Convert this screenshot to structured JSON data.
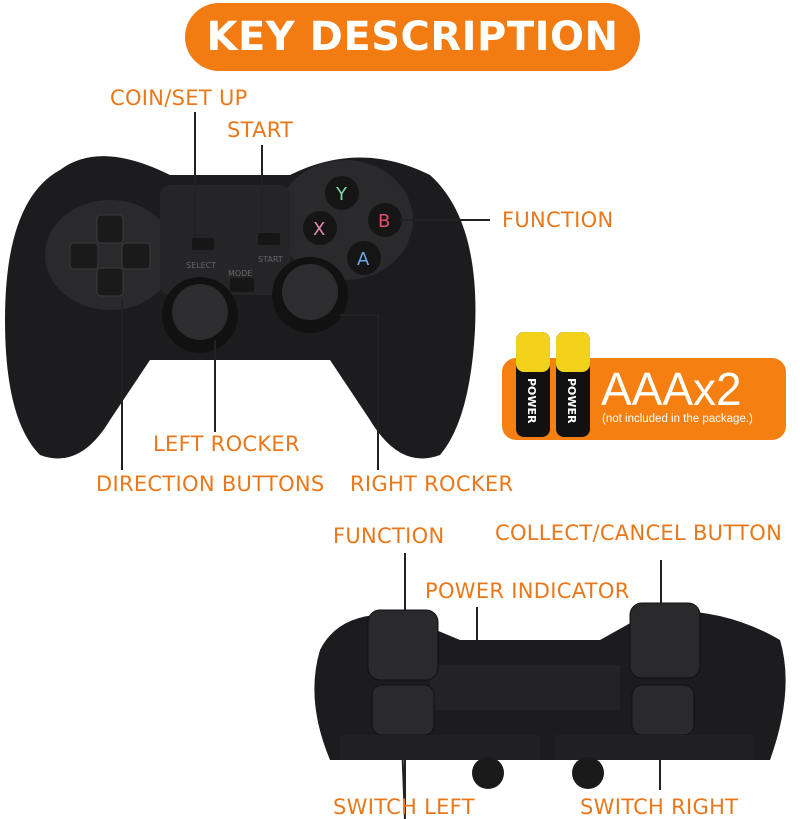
{
  "title": "KEY DESCRIPTION",
  "accent_color": "#F27B12",
  "label_color": "#E8781A",
  "top_controller": {
    "labels": {
      "coin_setup": "COIN/SET  UP",
      "start": "START",
      "function": "FUNCTION",
      "left_rocker": "LEFT ROCKER",
      "direction_buttons": "DIRECTION BUTTONS",
      "right_rocker": "RIGHT ROCKER"
    },
    "printed": {
      "select": "SELECT",
      "start": "START",
      "mode": "MODE"
    },
    "face_buttons": [
      {
        "label": "Y",
        "color": "#7fd6a8"
      },
      {
        "label": "X",
        "color": "#e58bb5"
      },
      {
        "label": "B",
        "color": "#e0526a"
      },
      {
        "label": "A",
        "color": "#6aa6e8"
      }
    ]
  },
  "battery": {
    "text": "AAAx2",
    "note": "(not included in the package.)",
    "brand": "POWER"
  },
  "bottom_controller": {
    "labels": {
      "function": "FUNCTION",
      "collect_cancel": "COLLECT/CANCEL  BUTTON",
      "power_indicator": "POWER  INDICATOR",
      "switch_left": "SWITCH  LEFT",
      "switch_right": "SWITCH  RIGHT"
    }
  }
}
